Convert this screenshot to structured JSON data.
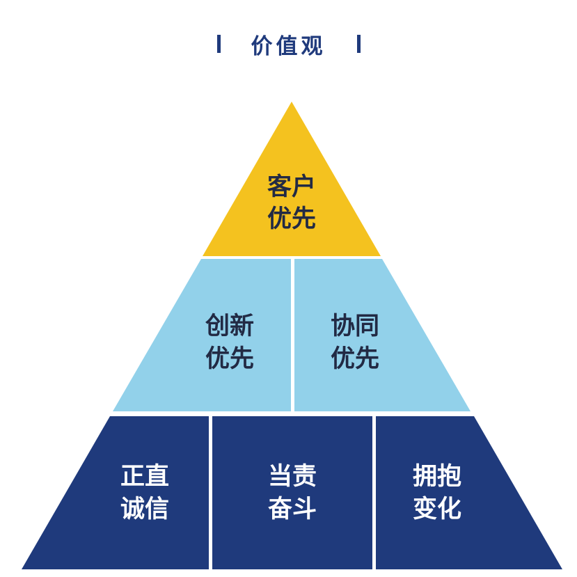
{
  "header": {
    "title": "价值观"
  },
  "colors": {
    "apex": "#f4c21f",
    "middle": "#92d1ea",
    "base": "#1f3a7c",
    "title": "#1f3a7c",
    "dark_text": "#222a44",
    "light_text": "#ffffff"
  },
  "pyramid": {
    "top": {
      "line1": "客户",
      "line2": "优先"
    },
    "middle": [
      {
        "line1": "创新",
        "line2": "优先"
      },
      {
        "line1": "协同",
        "line2": "优先"
      }
    ],
    "bottom": [
      {
        "line1": "正直",
        "line2": "诚信"
      },
      {
        "line1": "当责",
        "line2": "奋斗"
      },
      {
        "line1": "拥抱",
        "line2": "变化"
      }
    ]
  }
}
